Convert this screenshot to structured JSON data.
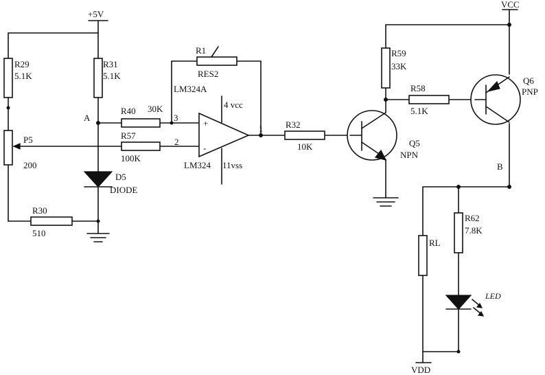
{
  "nets": {
    "supply_5v": "+5V",
    "vcc": "VCC",
    "vdd": "VDD",
    "node_a": "A",
    "node_b": "B"
  },
  "components": {
    "r29": {
      "ref": "R29",
      "value": "5.1K"
    },
    "r31": {
      "ref": "R31",
      "value": "5.1K"
    },
    "p5": {
      "ref": "P5",
      "value": "200"
    },
    "r30": {
      "ref": "R30",
      "value": "510"
    },
    "d5": {
      "ref": "D5",
      "value": "DIODE"
    },
    "r40": {
      "ref": "R40",
      "value": "30K"
    },
    "r57": {
      "ref": "R57",
      "value": "100K"
    },
    "r1": {
      "ref": "R1",
      "value": "RES2"
    },
    "u1": {
      "ref_top": "LM324A",
      "ref_bottom": "LM324",
      "pin_plus": "3",
      "pin_minus": "2",
      "pin_out": "1",
      "pin_vcc": "4 vcc",
      "pin_vss": "11vss",
      "plus_sign": "+",
      "minus_sign": "-"
    },
    "r32": {
      "ref": "R32",
      "value": "10K"
    },
    "q5": {
      "ref": "Q5",
      "type": "NPN"
    },
    "r59": {
      "ref": "R59",
      "value": "33K"
    },
    "r58": {
      "ref": "R58",
      "value": "5.1K"
    },
    "q6": {
      "ref": "Q6",
      "type": "PNP"
    },
    "rl": {
      "ref": "RL"
    },
    "r62": {
      "ref": "R62",
      "value": "7.8K"
    },
    "led": {
      "ref": "LED"
    }
  }
}
